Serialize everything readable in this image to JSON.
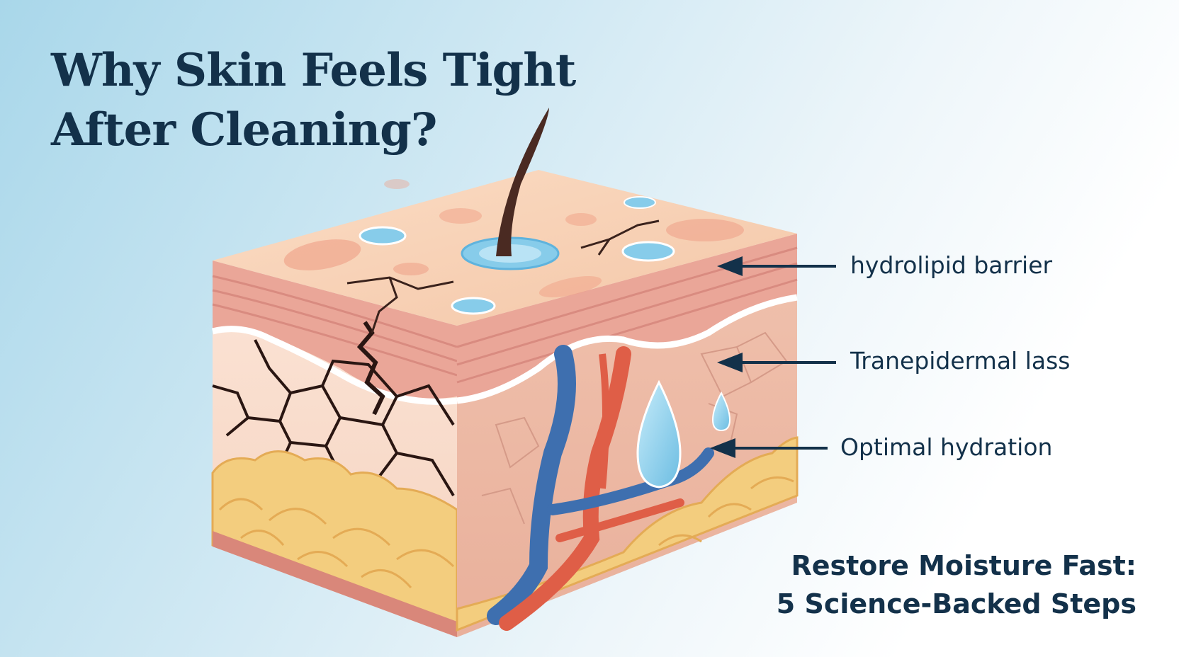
{
  "title": {
    "line1": "Why Skin Feels Tight",
    "line2": "After Cleaning?"
  },
  "callouts": [
    {
      "label": "hydrolipid barrier"
    },
    {
      "label": "Tranepidermal lass"
    },
    {
      "label": "Optimal hydration"
    }
  ],
  "subtitle": {
    "line1": "Restore Moisture Fast:",
    "line2": "5 Science-Backed Steps"
  },
  "colors": {
    "text": "#13314a",
    "surface": "#f6cfb0",
    "dermis": "#eab8a6",
    "fat": "#f3cd7e",
    "water": "#87ccea",
    "vein": "#3e6faf",
    "artery": "#df5e47",
    "hair": "#4a2a22"
  }
}
